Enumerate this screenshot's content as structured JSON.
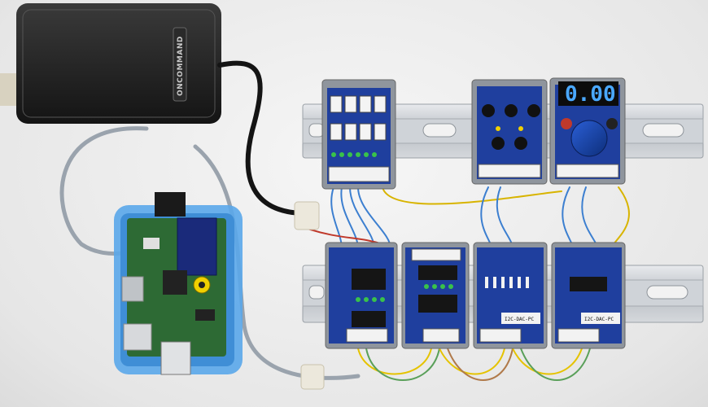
{
  "photo": {
    "power_supply": {
      "brand": "ONCOMMAND"
    },
    "display": {
      "readout": "0.00"
    },
    "dac_modules": [
      {
        "label": "I2C-DAC-PC"
      },
      {
        "label": "I2C-DAC-PC"
      }
    ]
  },
  "colors": {
    "pcb_blue": "#1f3f9e",
    "rail_steel": "#c7cbd0",
    "case_blue": "#5aa7ea",
    "lcd_blue": "#4aa8ff"
  }
}
